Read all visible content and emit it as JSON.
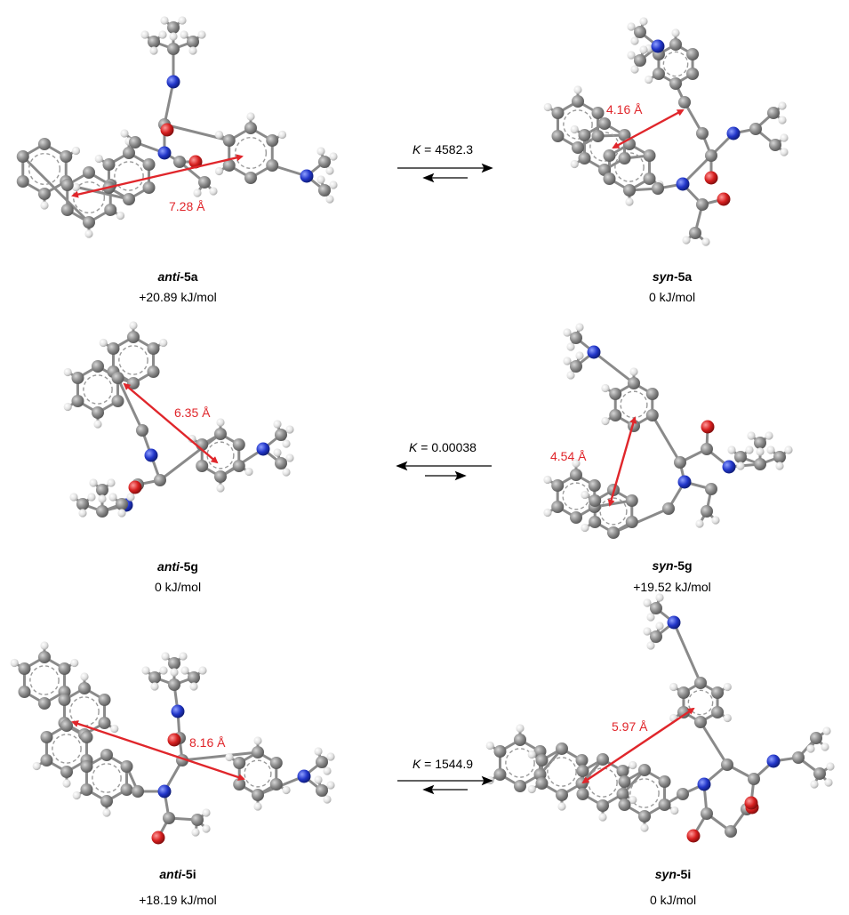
{
  "colors": {
    "carbon": "#7d7d7d",
    "hydrogen": "#e4e4e4",
    "nitrogen": "#1f35c8",
    "oxygen": "#d61f1f",
    "distance_arrow": "#e0262b",
    "bond": "#8a8a8a"
  },
  "rows": [
    {
      "left": {
        "prefix": "anti",
        "suffix": "-5a",
        "energy": "+20.89 kJ/mol",
        "distance": "7.28 Å"
      },
      "right": {
        "prefix": "syn",
        "suffix": "-5a",
        "energy": "0 kJ/mol",
        "distance": "4.16 Å"
      },
      "equilibrium": {
        "k_symbol": "K",
        "k_text": " = 4582.3",
        "favored": "right"
      }
    },
    {
      "left": {
        "prefix": "anti",
        "suffix": "-5g",
        "energy": "0 kJ/mol",
        "distance": "6.35 Å"
      },
      "right": {
        "prefix": "syn",
        "suffix": "-5g",
        "energy": "+19.52 kJ/mol",
        "distance": "4.54 Å"
      },
      "equilibrium": {
        "k_symbol": "K",
        "k_text": " = 0.00038",
        "favored": "left"
      }
    },
    {
      "left": {
        "prefix": "anti",
        "suffix": "-5i",
        "energy": "+18.19 kJ/mol",
        "distance": "8.16 Å"
      },
      "right": {
        "prefix": "syn",
        "suffix": "-5i",
        "energy": "0 kJ/mol",
        "distance": "5.97 Å"
      },
      "equilibrium": {
        "k_symbol": "K",
        "k_text": " = 1544.9",
        "favored": "right"
      }
    }
  ]
}
